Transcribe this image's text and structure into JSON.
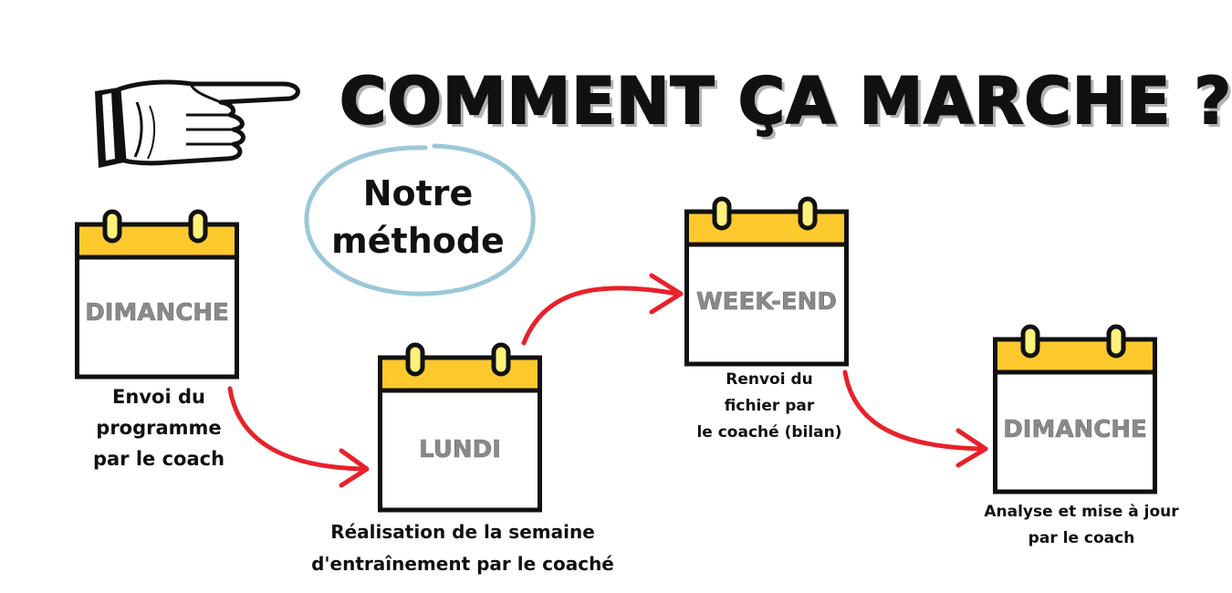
{
  "title": "COMMENT ÇA MARCHE ?",
  "badge": "Notre\nméthode",
  "steps": [
    {
      "day": "DIMANCHE",
      "caption": "Envoi du\nprogramme\npar le coach"
    },
    {
      "day": "LUNDI",
      "caption": "Réalisation de la semaine\nd'entraînement par le coaché"
    },
    {
      "day": "WEEK-END",
      "caption": "Renvoi du\nfichier par\nle coaché (bilan)"
    },
    {
      "day": "DIMANCHE",
      "caption": "Analyse et mise à jour\npar le coach"
    }
  ],
  "icons": [
    "pointing-hand-icon",
    "calendar-icon",
    "arrow-icon"
  ],
  "colors": {
    "calendar_header": "#fdc92d",
    "calendar_border": "#111111",
    "arrow": "#e8212a",
    "badge_circle": "#9cc8d9",
    "day_text": "#8a8a8a"
  }
}
